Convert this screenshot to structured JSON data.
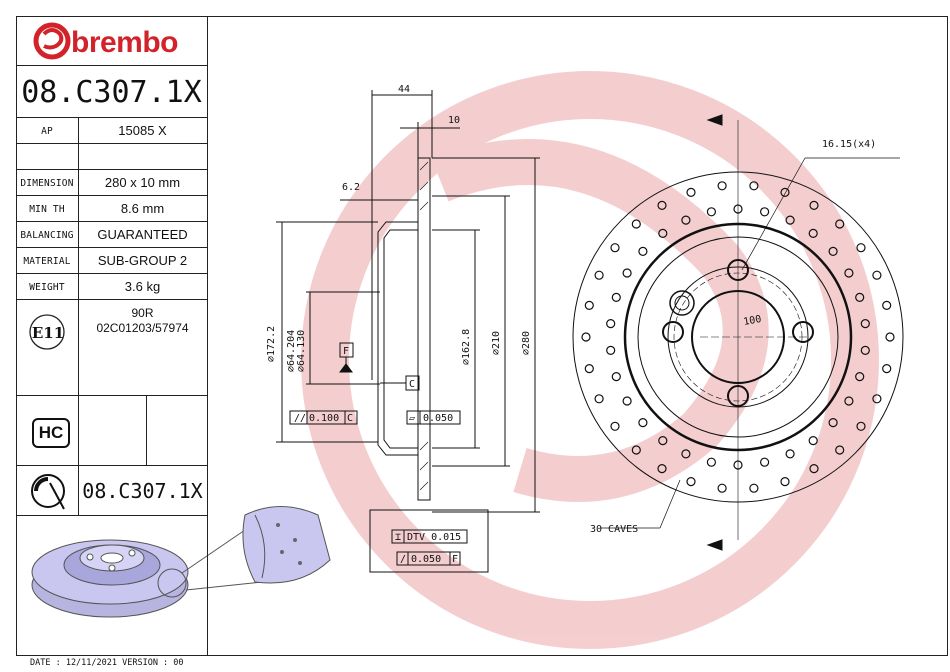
{
  "brand": {
    "name": "brembo",
    "color": "#d2232a"
  },
  "part_number": "08.C307.1X",
  "specs": [
    {
      "label": "AP",
      "value": "15085 X"
    },
    {
      "label": "DIMENSION",
      "value": "280 x 10 mm"
    },
    {
      "label": "MIN TH",
      "value": "8.6 mm"
    },
    {
      "label": "BALANCING",
      "value": "GUARANTEED"
    },
    {
      "label": "MATERIAL",
      "value": "SUB-GROUP 2"
    },
    {
      "label": "WEIGHT",
      "value": "3.6 kg"
    }
  ],
  "homologation": {
    "mark": "E11",
    "line1": "90R",
    "line2": "02C01203/57974"
  },
  "hc_badge": "HC",
  "bottom_part_number": "08.C307.1X",
  "footer": "DATE : 12/11/2021 VERSION : 00",
  "drawing": {
    "dim_44": "44",
    "dim_10": "10",
    "dim_6_2": "6.2",
    "dim_172_2": "⌀172.2",
    "dim_64_204": "⌀64.204",
    "dim_64_130": "⌀64.130",
    "dim_162_8": "⌀162.8",
    "dim_210": "⌀210",
    "dim_280": "⌀280",
    "datum_f": "F",
    "datum_c": "C",
    "tol_parallel": "0.100",
    "tol_parallel_ref": "C",
    "tol_flat": "0.050",
    "dtv_label": "DTV 0.015",
    "runout_label": "0.050",
    "runout_ref": "F",
    "holes_label": "16.15(x4)",
    "pcd_label": "100",
    "caves_label": "30 CAVES"
  }
}
